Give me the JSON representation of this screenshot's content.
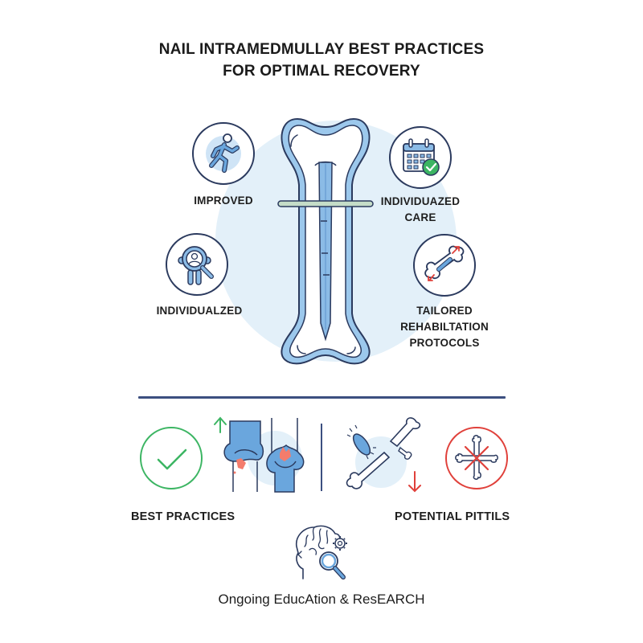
{
  "title": {
    "line1": "NAIL INTRAMEDMULLAY BEST PRACTICES",
    "line2": "FOR OPTIMAL RECOVERY"
  },
  "colors": {
    "outline": "#2b3a5e",
    "accent_blue": "#6aa6dd",
    "light_blue": "#e3f0f9",
    "green": "#3cb563",
    "red": "#e0403a",
    "divider": "#3c4f80"
  },
  "central_graphic": {
    "name": "femur-with-intramedullary-nail",
    "icon": "bone-nail-icon"
  },
  "top_features": [
    {
      "id": "improved",
      "icon": "running-person-icon",
      "label_lines": [
        "IMPROVED"
      ]
    },
    {
      "id": "individuazed-care",
      "icon": "calendar-check-icon",
      "label_lines": [
        "INDIVIDUAZED",
        "CARE"
      ]
    },
    {
      "id": "individualzed",
      "icon": "person-magnifier-icon",
      "label_lines": [
        "INDIVIDUALZED"
      ]
    },
    {
      "id": "tailored-rehab",
      "icon": "bone-arrows-icon",
      "label_lines": [
        "TAILORED",
        "REHABILTATION",
        "PROTOCOLS"
      ]
    }
  ],
  "bottom": {
    "best_practices": {
      "label": "BEST PRACTICES",
      "icons": [
        "check-circle-icon",
        "arrow-up-icon",
        "joint-bones-icon"
      ]
    },
    "potential_pitfalls": {
      "label": "POTENTIAL PITTILS",
      "icons": [
        "bacteria-broken-bone-icon",
        "arrow-down-icon",
        "crossed-bones-icon"
      ]
    }
  },
  "footer": {
    "icon": "brain-gear-magnifier-icon",
    "label": "Ongoing EducAtion & ResEARCH"
  }
}
